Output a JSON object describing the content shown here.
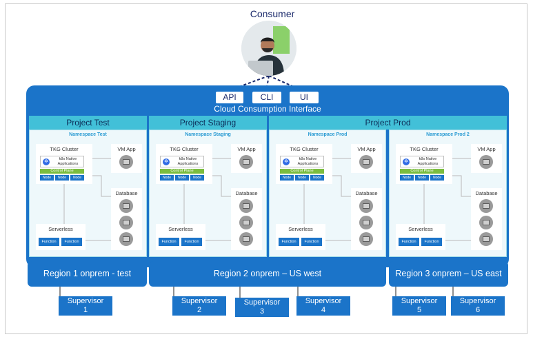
{
  "consumer": {
    "label": "Consumer",
    "icon": "person-at-laptop-icon"
  },
  "interface": {
    "buttons": [
      "API",
      "CLI",
      "UI"
    ],
    "title": "Cloud Consumption Interface"
  },
  "projects": [
    {
      "label": "Project Test"
    },
    {
      "label": "Project Staging"
    },
    {
      "label": "Project Prod"
    }
  ],
  "namespaces": [
    {
      "title": "Namespace Test"
    },
    {
      "title": "Namespace Staging"
    },
    {
      "title": "Namespace Prod"
    },
    {
      "title": "Namespace Prod 2"
    }
  ],
  "components": {
    "tkg_cluster": "TKG Cluster",
    "k8s_apps": "k8s Native Applications",
    "control_plane": "Control Plane",
    "node": "Node",
    "vm_app": "VM App",
    "database": "Database",
    "serverless": "Serverless",
    "function": "Function"
  },
  "regions": [
    {
      "label": "Region 1 onprem - test"
    },
    {
      "label": "Region 2 onprem – US west"
    },
    {
      "label": "Region 3 onprem – US east"
    }
  ],
  "supervisors": [
    {
      "label": "Supervisor",
      "num": "1"
    },
    {
      "label": "Supervisor",
      "num": "2"
    },
    {
      "label": "Supervisor",
      "num": "3"
    },
    {
      "label": "Supervisor",
      "num": "4"
    },
    {
      "label": "Supervisor",
      "num": "5"
    },
    {
      "label": "Supervisor",
      "num": "6"
    }
  ],
  "colors": {
    "primary_blue": "#1b74c9",
    "project_header": "#42c0d8",
    "namespace_bg": "#eef8fb",
    "control_plane": "#7bbd3f",
    "title_navy": "#1b2a6b"
  }
}
